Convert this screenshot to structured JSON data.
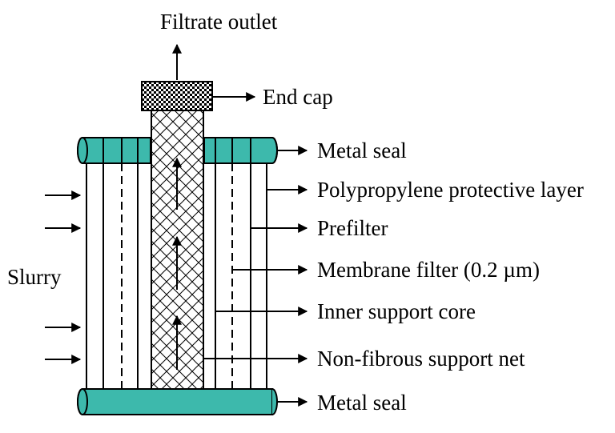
{
  "labels": {
    "filtrate_outlet": "Filtrate outlet",
    "end_cap": "End cap",
    "metal_seal_top": "Metal seal",
    "polypropylene_layer": "Polypropylene protective layer",
    "prefilter": "Prefilter",
    "slurry": "Slurry",
    "membrane_filter": "Membrane filter (0.2 µm)",
    "inner_core": "Inner support core",
    "support_net": "Non-fibrous support net",
    "metal_seal_bottom": "Metal seal"
  },
  "colors": {
    "seal": "#3DB9AC",
    "stroke": "#000000",
    "end_cap_dark": "#000000",
    "end_cap_light": "#ffffff"
  }
}
